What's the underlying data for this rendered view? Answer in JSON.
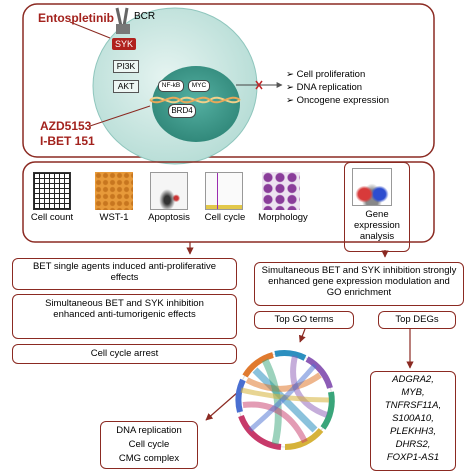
{
  "drug_top": "Entospletinib",
  "receptor": "BCR",
  "pathway": {
    "syk": "SYK",
    "pi3k": "PI3K",
    "akt": "AKT",
    "nfkb": "NF-kB",
    "myc": "MYC",
    "brd4": "BRD4"
  },
  "bet_drugs": [
    "AZD5153",
    "I-BET 151"
  ],
  "outcomes": [
    "Cell proliferation",
    "DNA replication",
    "Oncogene expression"
  ],
  "assays": [
    "Cell count",
    "WST-1",
    "Apoptosis",
    "Cell cycle",
    "Morphology"
  ],
  "gene_expr": "Gene expression analysis",
  "left_results": [
    "BET single agents induced anti-proliferative effects",
    "Simultaneous BET and SYK inhibition enhanced anti-tumorigenic effects",
    "Cell cycle arrest"
  ],
  "right_result": "Simultaneous BET and SYK inhibition strongly enhanced gene expression modulation and GO enrichment",
  "top_go": "Top GO terms",
  "top_degs": "Top DEGs",
  "go_terms": [
    "DNA replication",
    "Cell cycle",
    "CMG complex"
  ],
  "genes": [
    "ADGRA2,",
    "MYB,",
    "TNFRSF11A,",
    "S100A10,",
    "PLEKHH3,",
    "DHRS2,",
    "FOXP1-AS1"
  ],
  "colors": {
    "frame": "#8b2a22",
    "drug_text": "#a3221d",
    "cell_outer": "#c9e6e1",
    "nucleus": "#3d9a8c",
    "kinase_red": "#b0211d"
  }
}
